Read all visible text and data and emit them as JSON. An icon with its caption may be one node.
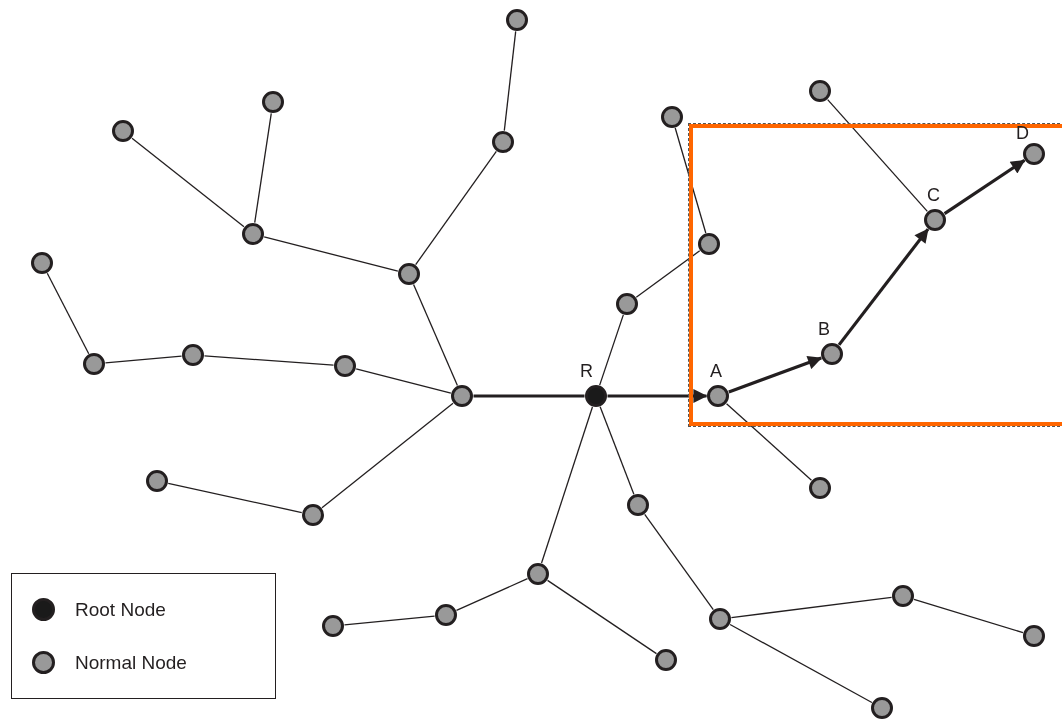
{
  "diagram": {
    "nodes": [
      {
        "text": [],
        "shape": "box"
      },
      {
        "text": [],
        "shape": "circle"
      },
      {
        "text": [],
        "shape": "circle"
      },
      {
        "text": [],
        "shape": "circle"
      },
      {
        "text": [],
        "shape": "circle"
      },
      {
        "text": [],
        "shape": "circle"
      },
      {
        "text": [],
        "shape": "circle"
      },
      {
        "text": [],
        "shape": "circle",
        "in": 0,
        "beside": [
          "D"
        ]
      },
      {
        "text": [],
        "shape": "circle",
        "in": 0,
        "beside": [
          "C"
        ]
      },
      {
        "text": [],
        "shape": "circle",
        "in": 0
      },
      {
        "text": [],
        "shape": "circle"
      },
      {
        "text": [],
        "shape": "circle"
      },
      {
        "text": [],
        "shape": "circle"
      },
      {
        "text": [],
        "shape": "circle"
      },
      {
        "text": [],
        "shape": "circle",
        "in": 0,
        "beside": [
          "B"
        ]
      },
      {
        "text": [],
        "shape": "circle"
      },
      {
        "text": [],
        "shape": "circle"
      },
      {
        "text": [],
        "shape": "circle"
      },
      {
        "text": [],
        "shape": "circle"
      },
      {
        "text": [],
        "shape": "circle",
        "beside": [
          "R"
        ]
      },
      {
        "text": [],
        "shape": "circle",
        "in": 0,
        "beside": [
          "A"
        ]
      },
      {
        "text": [],
        "shape": "circle"
      },
      {
        "text": [],
        "shape": "circle"
      },
      {
        "text": [],
        "shape": "circle"
      },
      {
        "text": [],
        "shape": "circle"
      },
      {
        "text": [],
        "shape": "circle"
      },
      {
        "text": [],
        "shape": "circle"
      },
      {
        "text": [],
        "shape": "circle"
      },
      {
        "text": [],
        "shape": "circle"
      },
      {
        "text": [],
        "shape": "circle"
      },
      {
        "text": [],
        "shape": "circle"
      },
      {
        "text": [],
        "shape": "circle"
      },
      {
        "text": [],
        "shape": "circle"
      }
    ],
    "edges": [
      {
        "from": 19,
        "to": 18,
        "arrow": "none",
        "style": "thick"
      },
      {
        "from": 18,
        "to": 17,
        "arrow": "none"
      },
      {
        "from": 17,
        "to": 16,
        "arrow": "none"
      },
      {
        "from": 16,
        "to": 15,
        "arrow": "none"
      },
      {
        "from": 15,
        "to": 11,
        "arrow": "none"
      },
      {
        "from": 18,
        "to": 12,
        "arrow": "none"
      },
      {
        "from": 12,
        "to": 10,
        "arrow": "none"
      },
      {
        "from": 10,
        "to": 4,
        "arrow": "none"
      },
      {
        "from": 10,
        "to": 2,
        "arrow": "none"
      },
      {
        "from": 12,
        "to": 5,
        "arrow": "none"
      },
      {
        "from": 5,
        "to": 1,
        "arrow": "none"
      },
      {
        "from": 18,
        "to": 24,
        "arrow": "none"
      },
      {
        "from": 24,
        "to": 21,
        "arrow": "none"
      },
      {
        "from": 19,
        "to": 25,
        "arrow": "none"
      },
      {
        "from": 25,
        "to": 27,
        "arrow": "none"
      },
      {
        "from": 27,
        "to": 29,
        "arrow": "none"
      },
      {
        "from": 25,
        "to": 31,
        "arrow": "none"
      },
      {
        "from": 19,
        "to": 23,
        "arrow": "none"
      },
      {
        "from": 23,
        "to": 28,
        "arrow": "none"
      },
      {
        "from": 28,
        "to": 26,
        "arrow": "none"
      },
      {
        "from": 26,
        "to": 30,
        "arrow": "none"
      },
      {
        "from": 28,
        "to": 32,
        "arrow": "none"
      },
      {
        "from": 19,
        "to": 13,
        "arrow": "none"
      },
      {
        "from": 13,
        "to": 9,
        "arrow": "none"
      },
      {
        "from": 9,
        "to": 3,
        "arrow": "none"
      },
      {
        "from": 19,
        "to": 20,
        "arrow": "to",
        "style": "thick"
      },
      {
        "from": 20,
        "to": 14,
        "arrow": "to",
        "style": "thick"
      },
      {
        "from": 14,
        "to": 8,
        "arrow": "to",
        "style": "thick"
      },
      {
        "from": 8,
        "to": 7,
        "arrow": "to",
        "style": "thick"
      },
      {
        "from": 8,
        "to": 6,
        "arrow": "none"
      },
      {
        "from": 20,
        "to": 22,
        "arrow": "none"
      }
    ],
    "legend": [
      {
        "text": "Root Node",
        "color": "#1a1a1a"
      },
      {
        "text": "Normal Node",
        "color": "#999999"
      }
    ]
  }
}
